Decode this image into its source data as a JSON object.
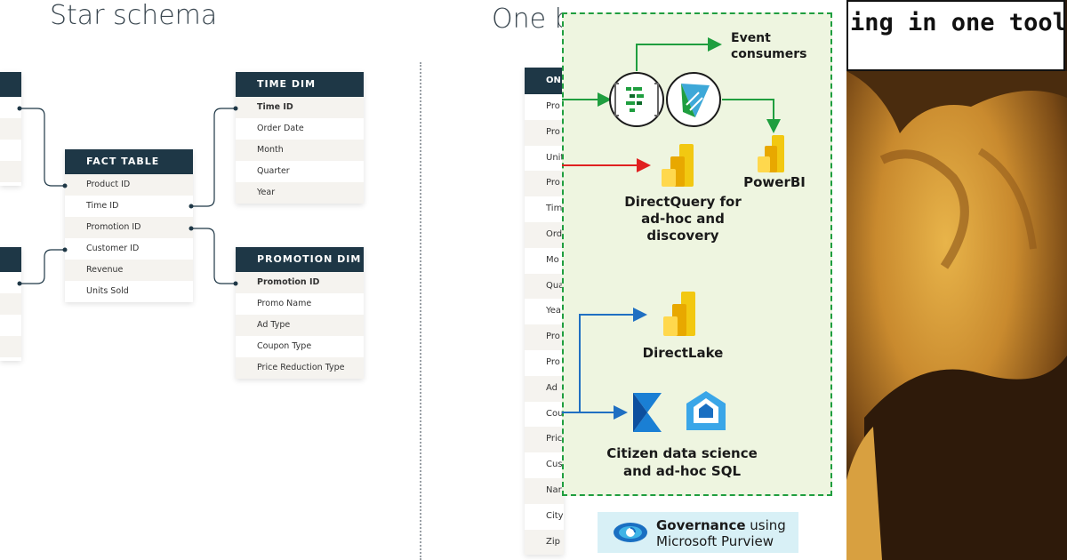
{
  "left_slide": {
    "title": "Star schema",
    "time_dim": {
      "header": "TIME DIM",
      "rows": [
        "Time ID",
        "Order Date",
        "Month",
        "Quarter",
        "Year"
      ]
    },
    "fact_table": {
      "header": "FACT TABLE",
      "rows": [
        "Product ID",
        "Time ID",
        "Promotion ID",
        "Customer ID",
        "Revenue",
        "Units Sold"
      ]
    },
    "promotion_dim": {
      "header": "PROMOTION DIM",
      "rows": [
        "Promotion ID",
        "Promo Name",
        "Ad Type",
        "Coupon Type",
        "Price Reduction Type"
      ]
    }
  },
  "middle_slide": {
    "title": "One b",
    "list_header": "ON",
    "list_items": [
      "Pro",
      "Pro",
      "Unit",
      "Pro",
      "Tim",
      "Ord",
      "Mo",
      "Qua",
      "Yea",
      "Pro",
      "Pro",
      "Ad",
      "Cou",
      "Pric",
      "Cus",
      "Nar",
      "City",
      "Zip"
    ],
    "event_consumers": [
      "Event",
      "consumers"
    ],
    "powerbi": "PowerBI",
    "directquery": [
      "DirectQuery for",
      "ad-hoc and",
      "discovery"
    ],
    "directlake": "DirectLake",
    "citizen": [
      "Citizen data science",
      "and ad-hoc SQL"
    ],
    "governance_bold": "Governance",
    "governance_rest": " using",
    "governance_line2": "Microsoft Purview",
    "colors": {
      "green": "#1f9e3f",
      "red": "#e02020",
      "blue": "#1f6fc2",
      "header": "#1e3746"
    }
  },
  "right_meme": {
    "caption": "ing in one tool"
  }
}
